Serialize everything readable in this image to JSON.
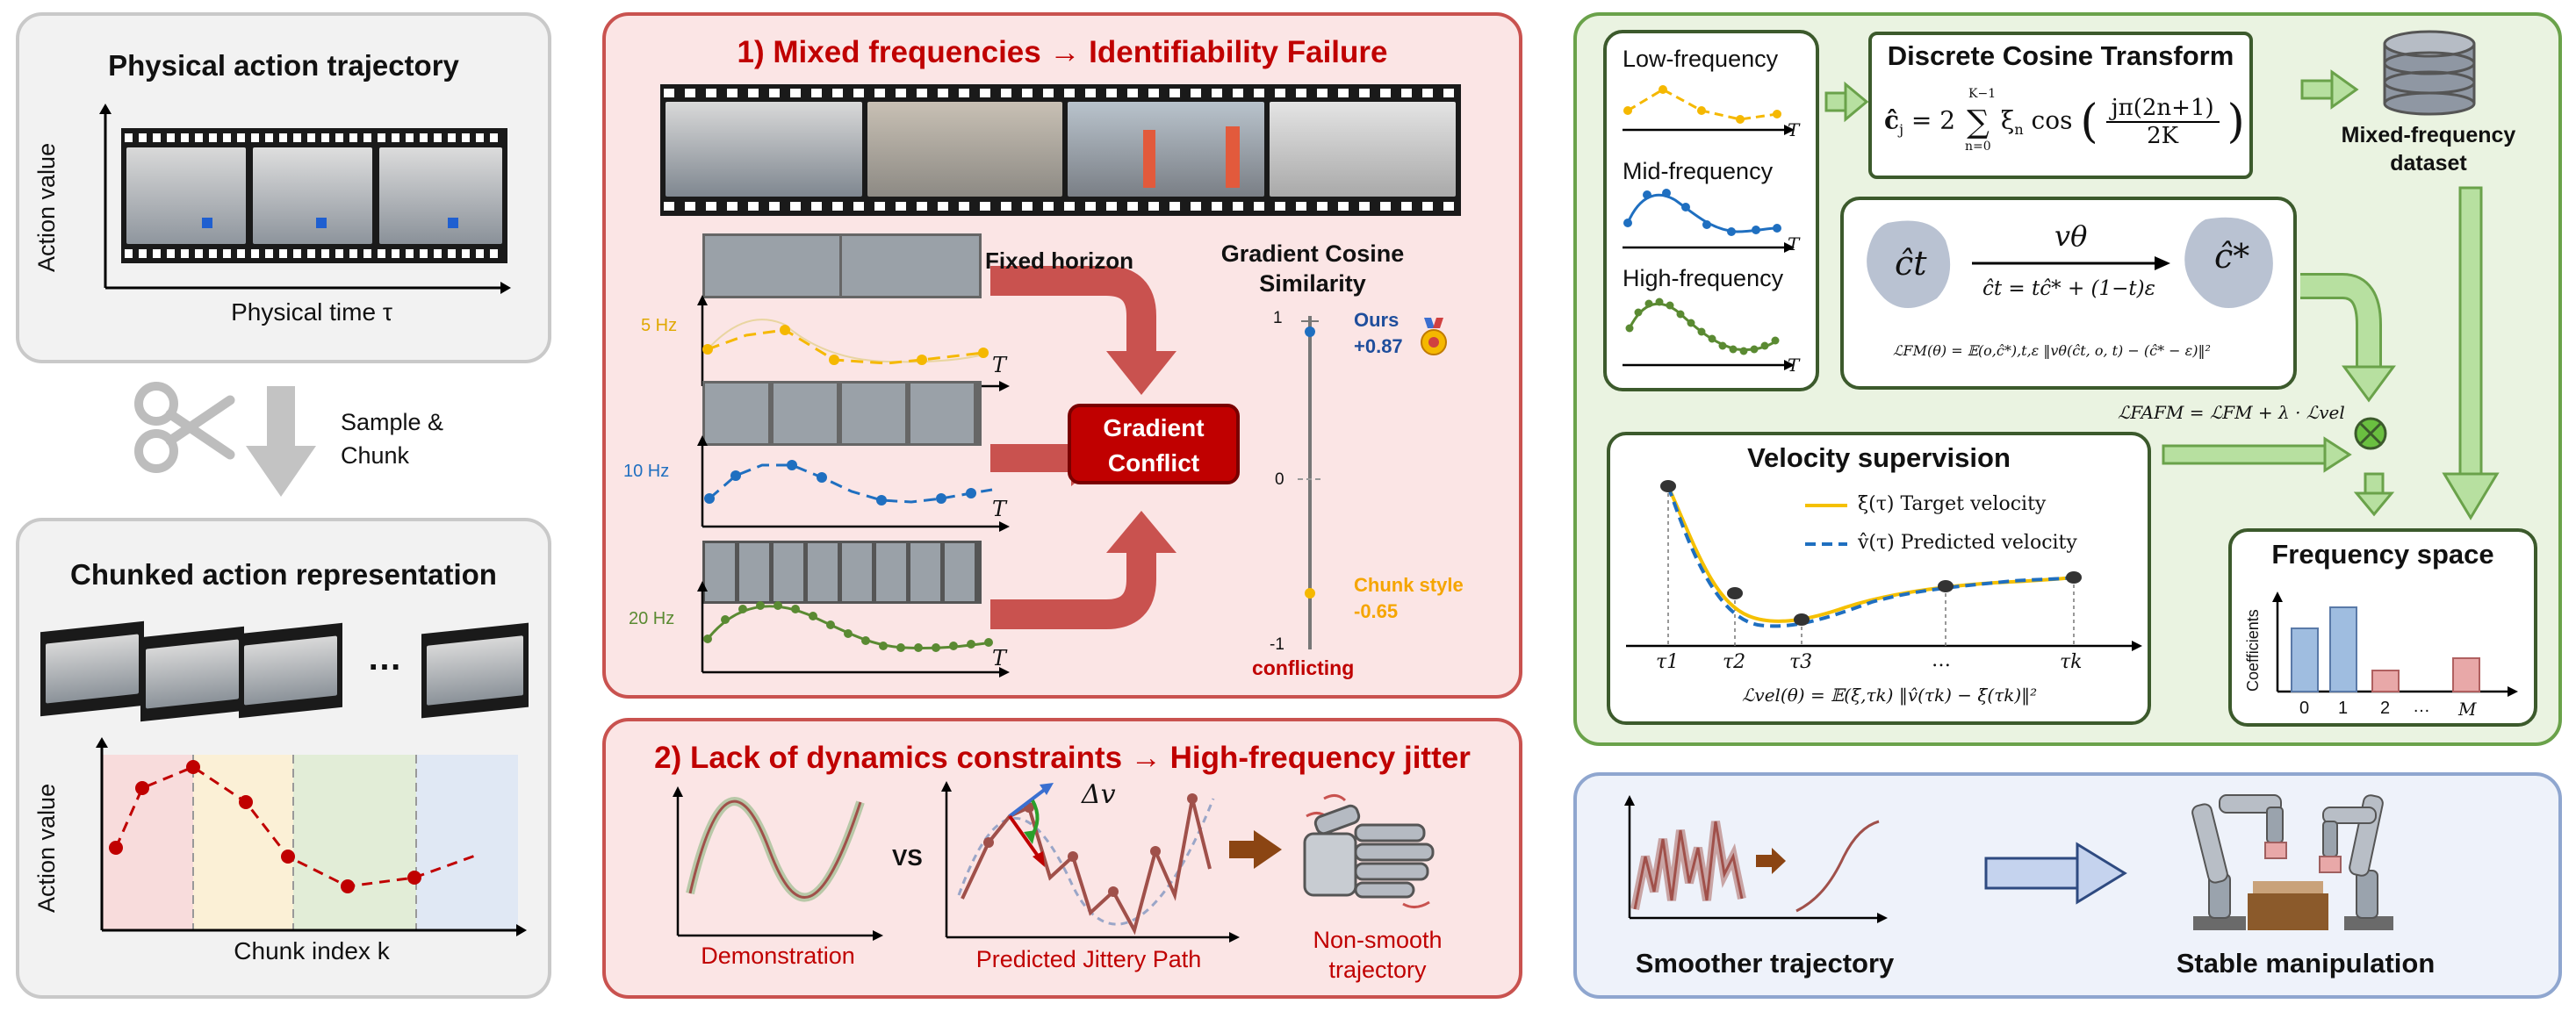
{
  "left": {
    "top_title": "Physical action trajectory",
    "top_ylabel": "Action value",
    "top_xlabel": "Physical time τ",
    "scissors_label": "Sample & Chunk",
    "bottom_title": "Chunked action representation",
    "ellipsis": "…",
    "bottom_ylabel": "Action value",
    "bottom_xlabel": "Chunk index k"
  },
  "mid_top": {
    "title": "1) Mixed frequencies → Identifiability Failure",
    "fixed_horizon": "Fixed horizon",
    "gradient_conflict": "Gradient Conflict",
    "freq_5": "5 Hz",
    "freq_10": "10 Hz",
    "freq_20": "20 Hz",
    "axis_t": "T",
    "cos_title": "Gradient Cosine Similarity",
    "tick_1": "1",
    "tick_0": "0",
    "tick_m1": "-1",
    "ours_label": "Ours",
    "ours_value": "+0.87",
    "chunk_label": "Chunk style",
    "chunk_value": "-0.65",
    "conflicting": "conflicting"
  },
  "mid_bottom": {
    "title": "2) Lack of dynamics constraints → High-frequency jitter",
    "demonstration": "Demonstration",
    "vs": "VS",
    "delta_v": "Δv",
    "predicted_path": "Predicted Jittery Path",
    "non_smooth": "Non-smooth trajectory"
  },
  "right_top": {
    "low_freq": "Low-frequency",
    "mid_freq": "Mid-frequency",
    "high_freq": "High-frequency",
    "axis_t": "T",
    "dct_title": "Discrete Cosine Transform",
    "dataset_label": "Mixed-frequency dataset",
    "v_theta": "vθ",
    "flow_eq": "ĉt = tĉ* + (1−t)ε",
    "c_t": "ĉt",
    "c_star": "ĉ*",
    "fm_loss": "ℒFM(θ) = 𝔼(o,ĉ*),t,ε ‖vθ(ĉt, o, t) − (ĉ* − ε)‖²",
    "fafm_loss": "ℒFAFM = ℒFM + λ · ℒvel",
    "vel_title": "Velocity supervision",
    "target_vel": "ξ̇(τ) Target velocity",
    "pred_vel": "v̂(τ) Predicted velocity",
    "tau1": "τ1",
    "tau2": "τ2",
    "tau3": "τ3",
    "dots": "…",
    "tauk": "τk",
    "vel_loss": "ℒvel(θ) = 𝔼(ξ,τk) ‖v̂(τk) − ξ̇(τk)‖²",
    "freq_space_title": "Frequency space",
    "coef_label": "Coefficients",
    "bar_labels": [
      "0",
      "1",
      "2",
      "…",
      "M"
    ]
  },
  "right_bottom": {
    "smoother": "Smoother trajectory",
    "stable": "Stable manipulation"
  },
  "colors": {
    "red_title": "#c00000",
    "gold": "#f5b800",
    "blue": "#1f6fc0",
    "green": "#5a8a32",
    "bar_blue": "#9fbde0",
    "bar_pink": "#e8a8a8"
  }
}
